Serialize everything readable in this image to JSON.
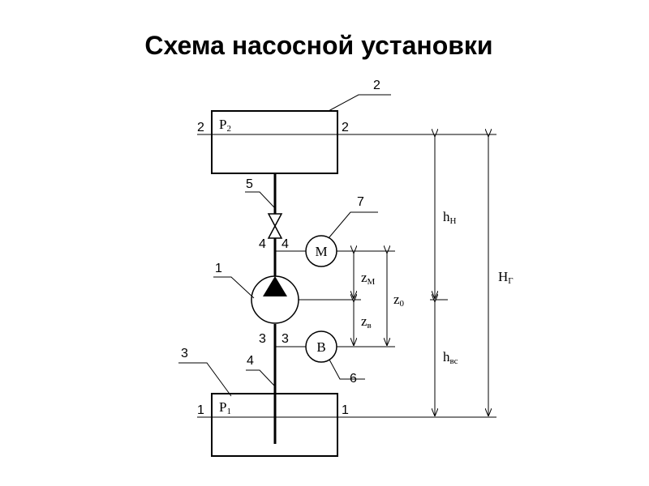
{
  "title": "Схема насосной установки",
  "labels": {
    "upper_tank_leader": "2",
    "upper_level_left": "2",
    "upper_level_right": "2",
    "upper_pressure_main": "Р",
    "upper_pressure_sub": "2",
    "valve_leader": "5",
    "manometer_leader": "7",
    "manometer_symbol": "М",
    "section4_left": "4",
    "section4_right": "4",
    "pump_leader": "1",
    "section3_left": "3",
    "section3_right": "3",
    "vacuummeter_symbol": "В",
    "vacuummeter_leader": "6",
    "lower_tank_leader": "3",
    "suction_pipe_leader": "4",
    "lower_level_left": "1",
    "lower_level_right": "1",
    "lower_pressure_main": "Р",
    "lower_pressure_sub": "1",
    "zm_main": "z",
    "zm_sub": "М",
    "zv_main": "z",
    "zv_sub": "в",
    "z0_main": "z",
    "z0_sub": "0",
    "hn_main": "h",
    "hn_sub": "Н",
    "hvs_main": "h",
    "hvs_sub": "вс",
    "Hg_main": "Н",
    "Hg_sub": "Г"
  }
}
